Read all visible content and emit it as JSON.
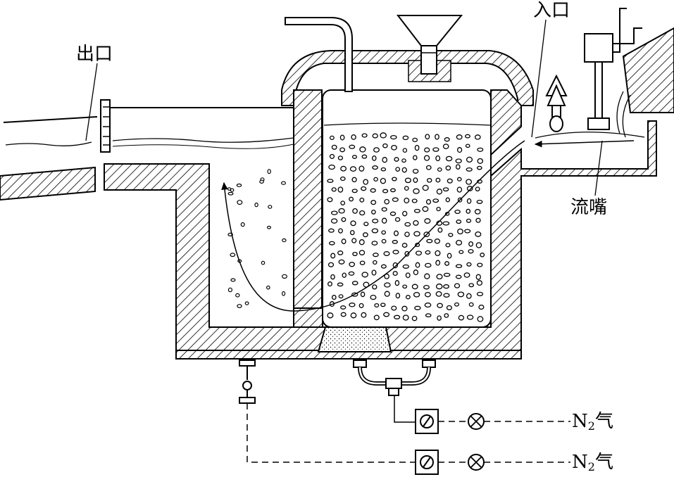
{
  "labels": {
    "outlet": "出口",
    "inlet": "入口",
    "spout": "流嘴",
    "gas1_main": "N",
    "gas1_sub": "2",
    "gas1_tail": "气",
    "gas2_main": "N",
    "gas2_sub": "2",
    "gas2_tail": "气"
  },
  "colors": {
    "line": "#000000",
    "background": "#ffffff"
  }
}
